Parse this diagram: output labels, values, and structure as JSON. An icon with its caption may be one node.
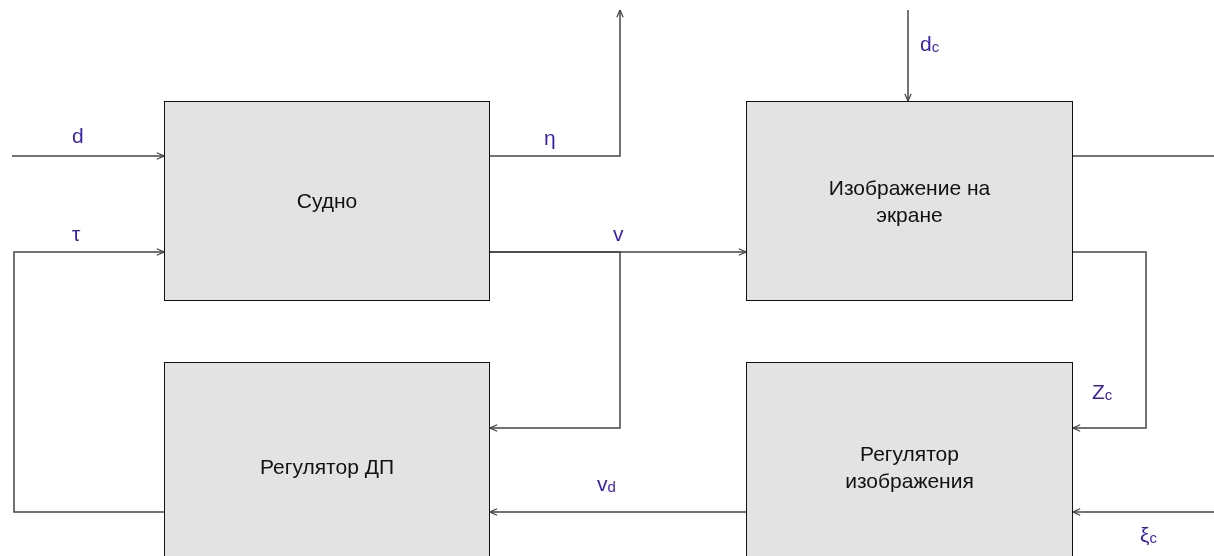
{
  "diagram": {
    "nodes": [
      {
        "text": [
          "Судно"
        ]
      },
      {
        "text": [
          "Изображение на экране"
        ]
      },
      {
        "text": [
          "Регулятор ДП"
        ]
      },
      {
        "text": [
          "Регулятор изображения"
        ]
      }
    ],
    "edges": [
      {
        "from": null,
        "to": 0,
        "arrow": "to",
        "label": "d"
      },
      {
        "from": 2,
        "to": 0,
        "arrow": "to",
        "label": "τ"
      },
      {
        "from": 0,
        "to": null,
        "arrow": "to",
        "label": "η"
      },
      {
        "from": 0,
        "to": 1,
        "arrow": "to",
        "label": "v"
      },
      {
        "from": 0,
        "to": 2,
        "arrow": "to"
      },
      {
        "from": null,
        "to": 1,
        "arrow": "to",
        "label": "d$_{c}$"
      },
      {
        "from": 1,
        "to": null,
        "arrow": "none"
      },
      {
        "from": 1,
        "to": 3,
        "arrow": "to",
        "label": "Z$_{c}$"
      },
      {
        "from": 3,
        "to": 2,
        "arrow": "to",
        "label": "v$_{d}$"
      },
      {
        "from": null,
        "to": 3,
        "arrow": "to",
        "label": "ξ$_{c}$"
      }
    ]
  }
}
